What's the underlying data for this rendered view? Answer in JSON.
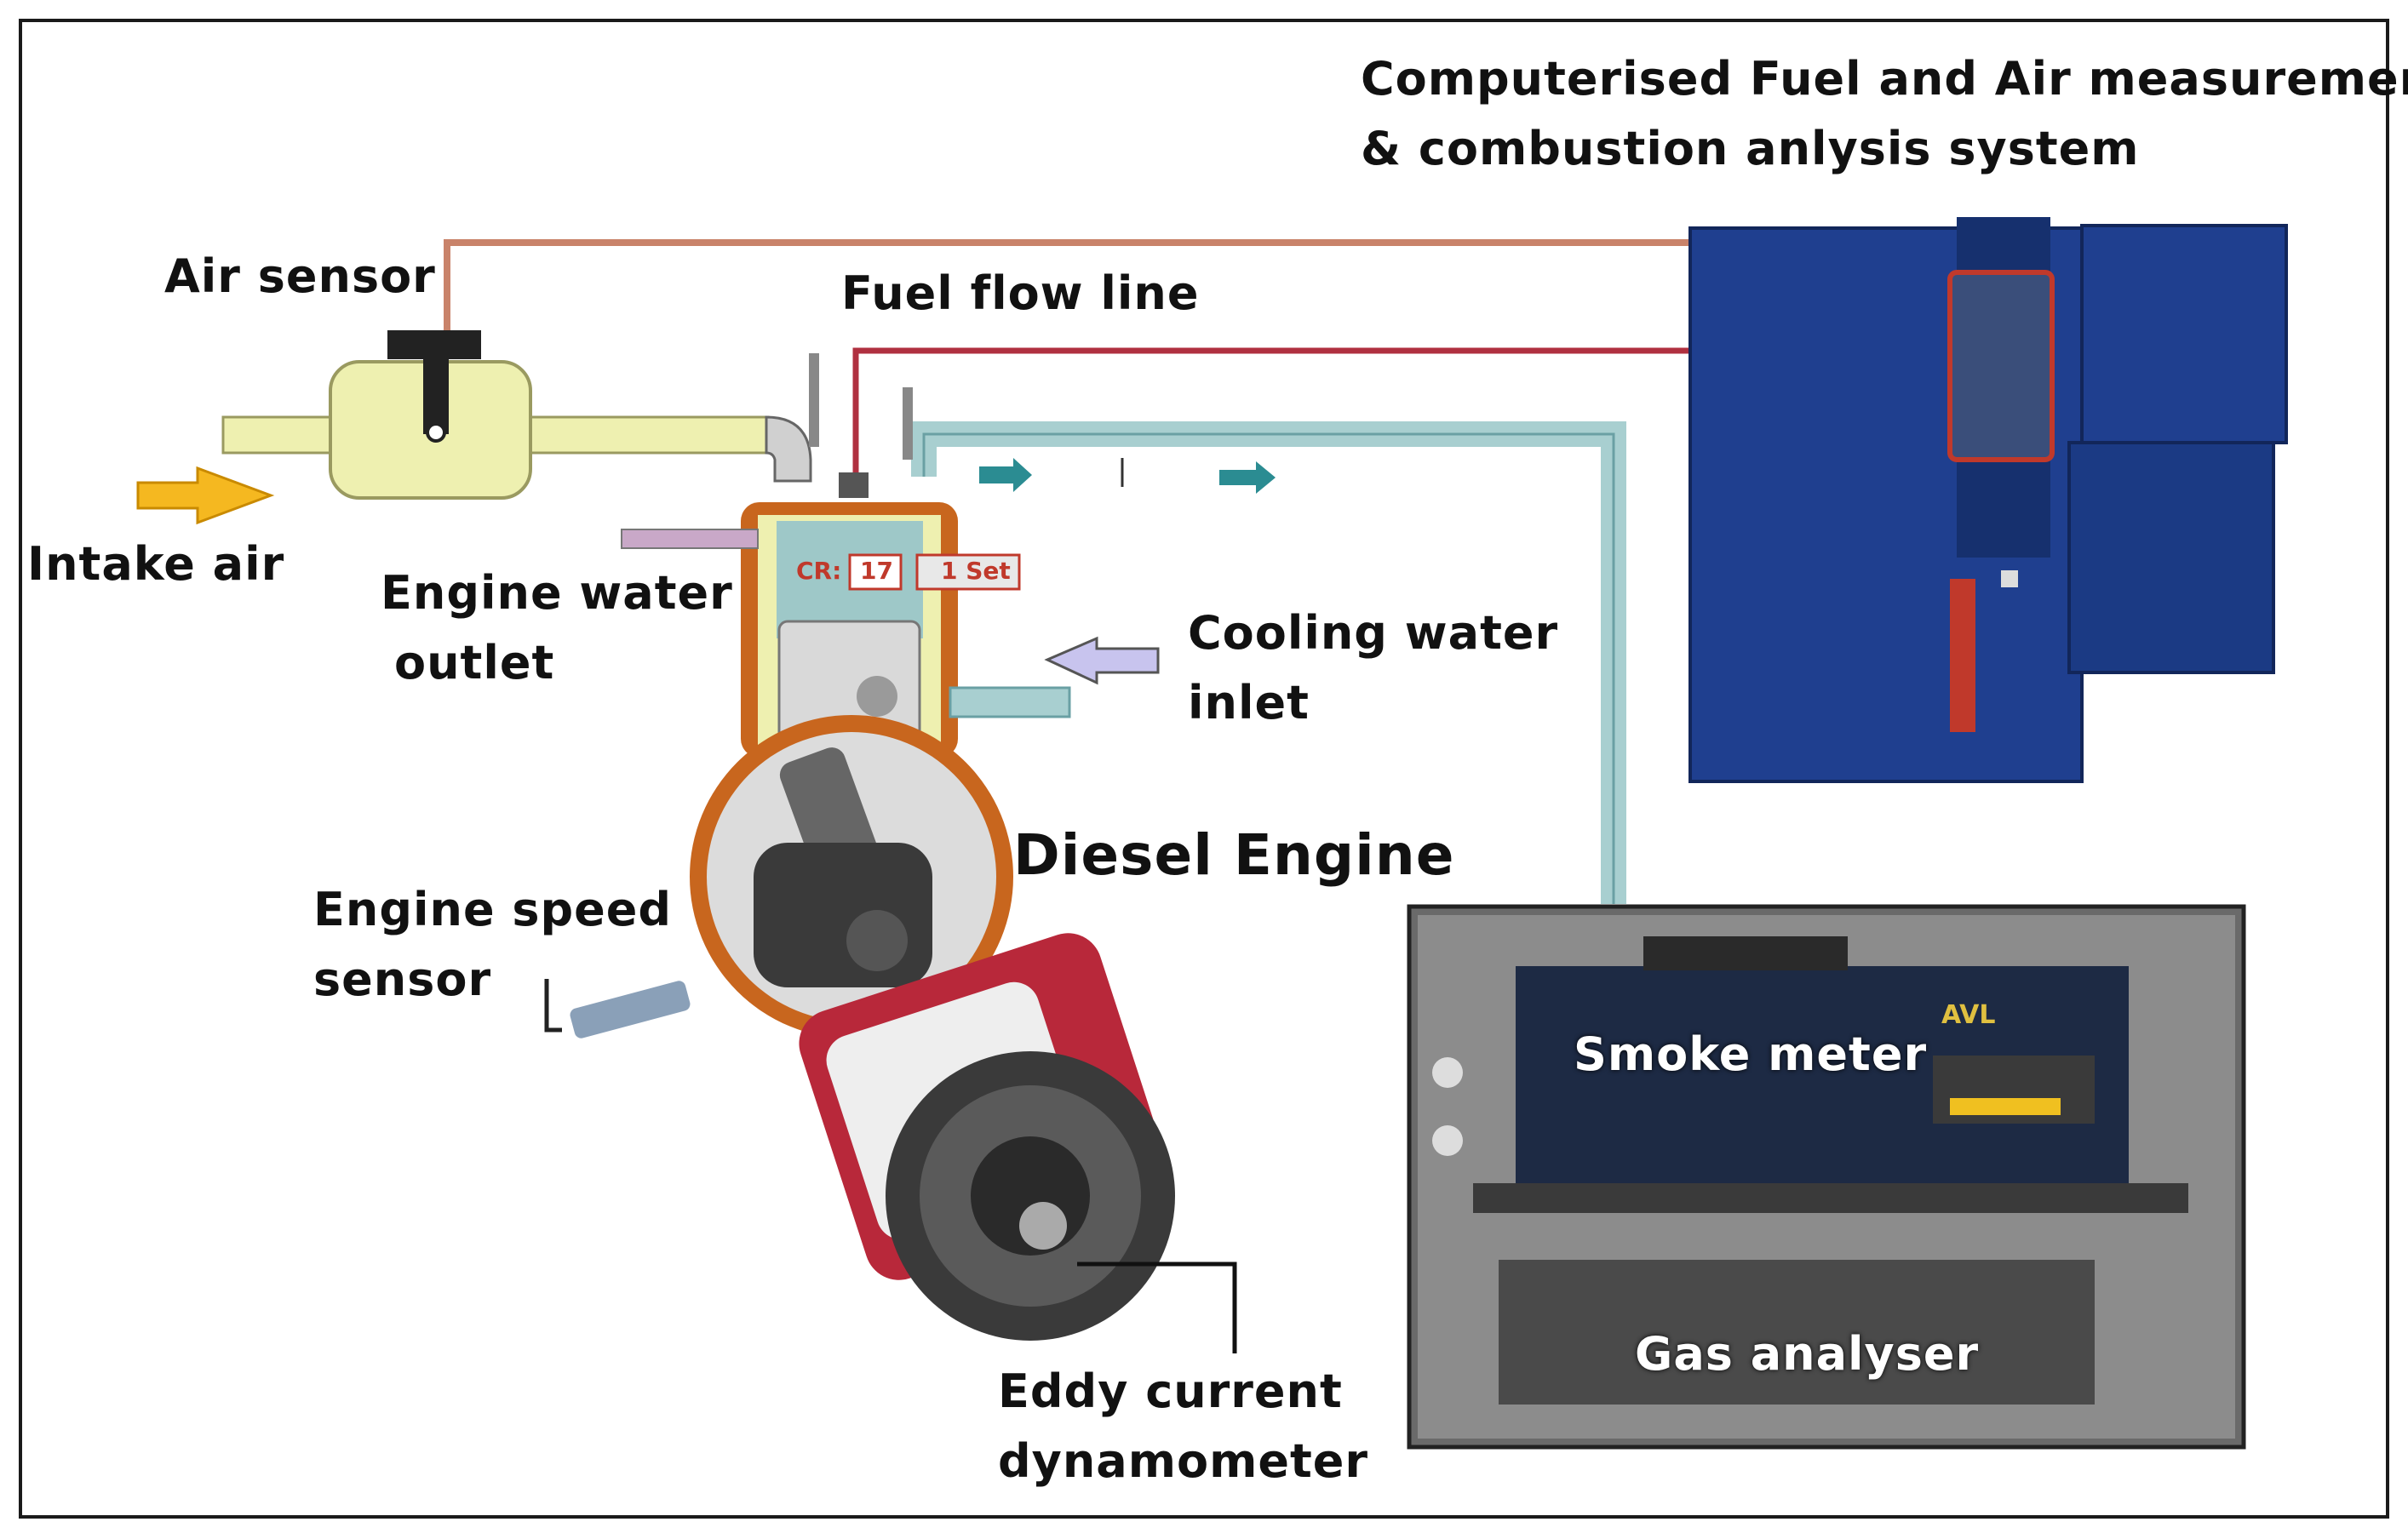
{
  "labels": {
    "system_line1": "Computerised Fuel and Air measurement",
    "system_line2": "& combustion anlysis system",
    "air_sensor": "Air sensor",
    "fuel_flow_line": "Fuel flow line",
    "intake_air": "Intake air",
    "engine_water_line1": "Engine water",
    "engine_water_line2": "outlet",
    "cooling_water_line1": "Cooling water",
    "cooling_water_line2": "inlet",
    "diesel_engine": "Diesel Engine",
    "engine_speed_line1": "Engine speed",
    "engine_speed_line2": "sensor",
    "smoke_meter": "Smoke meter",
    "gas_analyser": "Gas analyser",
    "eddy_line1": "Eddy current",
    "eddy_line2": "dynamometer"
  },
  "gauge": {
    "cr_label": "CR:",
    "cr_value": "17",
    "set_label": "1 Set"
  },
  "panel": {
    "brand": "AVL"
  },
  "colors": {
    "air_signal_line": "#c9836a",
    "fuel_line": "#b03040",
    "water_pipe": "#a8cfd0",
    "intake_pipe": "#eef0b0",
    "cabinet": "#1f3f8f",
    "dyno": "#b8283a"
  }
}
